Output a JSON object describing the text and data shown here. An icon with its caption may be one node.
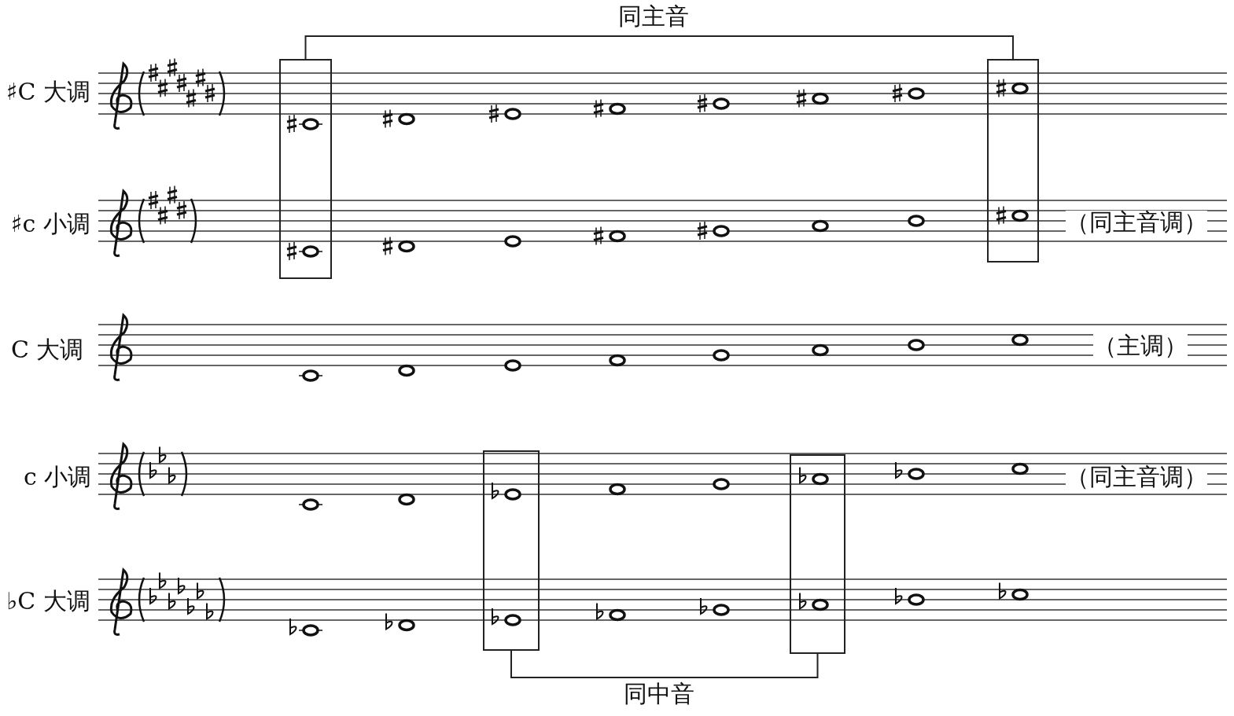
{
  "diagram": {
    "nodes": [
      {
        "text": [],
        "shape": "box"
      },
      {
        "text": [],
        "shape": "box"
      },
      {
        "text": [],
        "shape": "box"
      },
      {
        "text": [],
        "shape": "box"
      }
    ],
    "edges": [
      {
        "from": 0,
        "to": 1,
        "arrow": "none",
        "label": "同主音"
      },
      {
        "from": 2,
        "to": 3,
        "arrow": "none",
        "label": "同中音"
      }
    ],
    "labels": [
      "♯C 大调",
      "♯c 小调",
      "（同主音调）",
      "C 大调",
      "（主调）",
      "c 小调",
      "（同主音调）",
      "♭C 大调"
    ]
  }
}
